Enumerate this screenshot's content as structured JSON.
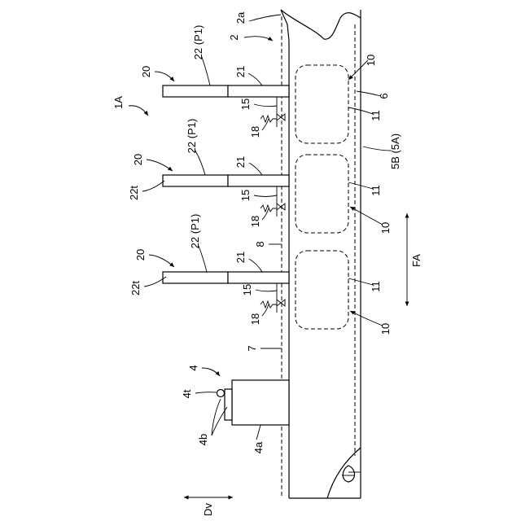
{
  "labels": {
    "ship": "1A",
    "hull_top": "2a",
    "hull": "2",
    "unit20_a": "20",
    "unit20_b": "20",
    "unit20_c": "20",
    "p22_a": "22 (P1)",
    "p22_b": "22 (P1)",
    "p22_c": "22 (P1)",
    "t22_b": "22t",
    "t22_c": "22t",
    "s21_a": "21",
    "s21_b": "21",
    "s21_c": "21",
    "n15_a": "15",
    "n15_b": "15",
    "n15_c": "15",
    "n18_a": "18",
    "n18_b": "18",
    "n18_c": "18",
    "n10_a": "10",
    "n10_b": "10",
    "n10_c": "10",
    "n11_a": "11",
    "n11_b": "11",
    "n11_c": "11",
    "n6": "6",
    "n5b": "5B (5A)",
    "n8": "8",
    "n7": "7",
    "fa": "FA",
    "n4": "4",
    "n4t": "4t",
    "n4b": "4b",
    "n4a": "4a",
    "dv": "Dv"
  }
}
